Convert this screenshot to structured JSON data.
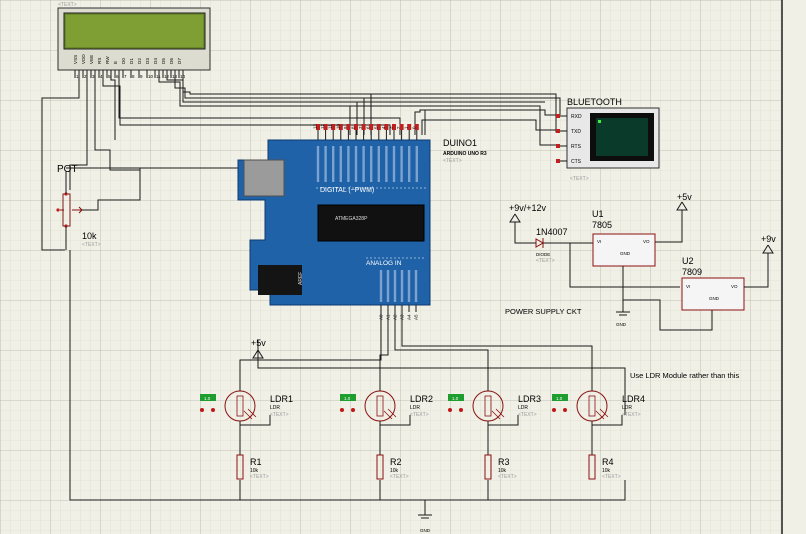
{
  "colors": {
    "grid_minor": "#d6d6c8",
    "grid_major": "#a8a898",
    "board_blue": "#1f62a8",
    "lcd_green": "#6a8a2a",
    "bt_screen": "#0a3a2a",
    "wire": "#1a1a1a",
    "component": "#8a1010"
  },
  "lcd": {
    "pins": [
      "VSS",
      "VDD",
      "VEE",
      "RS",
      "RW",
      "E",
      "D0",
      "D1",
      "D2",
      "D3",
      "D4",
      "D5",
      "D6",
      "D7"
    ],
    "pin_numbers": [
      "1",
      "2",
      "3",
      "4",
      "5",
      "6",
      "7",
      "8",
      "9",
      "10",
      "11",
      "12",
      "13",
      "14"
    ]
  },
  "pot": {
    "name": "POT",
    "value": "10k"
  },
  "arduino": {
    "ref": "DUINO1",
    "model": "ARDUINO UNO R3",
    "digital_label": "DIGITAL (~PWM)",
    "analog_label": "ANALOG IN",
    "chip_label": "ATMEGA328P",
    "digital_pins": [
      "13",
      "12",
      "11",
      "10",
      "9",
      "8",
      "7",
      "6",
      "5",
      "4",
      "3",
      "2",
      "1",
      "0"
    ],
    "analog_pins": [
      "A0",
      "A1",
      "A2",
      "A3",
      "A4",
      "A5"
    ],
    "aref": "AREF",
    "reset": "RESET"
  },
  "bluetooth": {
    "name": "BLUETOOTH",
    "pins": [
      "RXD",
      "TXD",
      "RTS",
      "CTS"
    ]
  },
  "power": {
    "input": "+9v/+12v",
    "diode": "1N4007",
    "diode_ref": "DIODE",
    "u1_ref": "U1",
    "u1_part": "7805",
    "u1_out": "+5v",
    "u2_ref": "U2",
    "u2_part": "7809",
    "u2_out": "+9v",
    "vi": "VI",
    "vo": "VO",
    "gnd": "GND",
    "caption": "POWER SUPPLY CKT"
  },
  "note": "Use LDR Module rather than this",
  "supply_5v": "+5v",
  "ground_label": "GND",
  "text_placeholder": "<TEXT>",
  "ldrs": [
    {
      "ref": "LDR1",
      "type": "LDR",
      "resistor": "R1",
      "value": "10k"
    },
    {
      "ref": "LDR2",
      "type": "LDR",
      "resistor": "R2",
      "value": "10k"
    },
    {
      "ref": "LDR3",
      "type": "LDR",
      "resistor": "R3",
      "value": "10k"
    },
    {
      "ref": "LDR4",
      "type": "LDR",
      "resistor": "R4",
      "value": "10k"
    }
  ],
  "probe_label": "1.0"
}
